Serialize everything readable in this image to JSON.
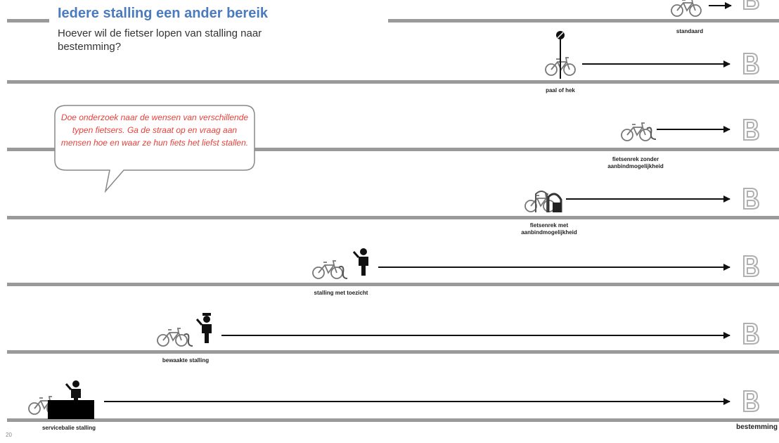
{
  "header": {
    "title": "Iedere stalling een ander bereik",
    "subtitle": "Hoever wil de fietser lopen van stalling naar bestemming?"
  },
  "callout": {
    "text": "Doe onderzoek naar de wensen van verschillende typen fietsers. Ga de straat op en vraag aan mensen hoe en waar ze hun fiets het liefst stallen."
  },
  "rows": [
    {
      "id": "standaard",
      "label": "standaard",
      "stalling_icon": "bike-standaard-icon"
    },
    {
      "id": "paal",
      "label": "paal of hek",
      "stalling_icon": "bike-pole-icon"
    },
    {
      "id": "rek-zonder",
      "label": "fietsenrek zonder aanbindmogelijkheid",
      "stalling_icon": "bike-rack-icon"
    },
    {
      "id": "rek-met",
      "label": "fietsenrek met aanbindmogelijkheid",
      "stalling_icon": "bike-lock-rack-icon"
    },
    {
      "id": "toezicht",
      "label": "stalling met toezicht",
      "stalling_icon": "bike-supervisor-icon"
    },
    {
      "id": "bewaakt",
      "label": "bewaakte stalling",
      "stalling_icon": "bike-guard-icon"
    },
    {
      "id": "service",
      "label": "servicebalie stalling",
      "stalling_icon": "bike-service-desk-icon"
    }
  ],
  "destination": {
    "letter": "B",
    "label": "bestemming"
  },
  "page_number": "20",
  "colors": {
    "title": "#4a7bbf",
    "callout_text": "#e8403a",
    "road": "#9a9a9a",
    "arrow": "#111111",
    "destination_letter": "#b0b0b0"
  }
}
